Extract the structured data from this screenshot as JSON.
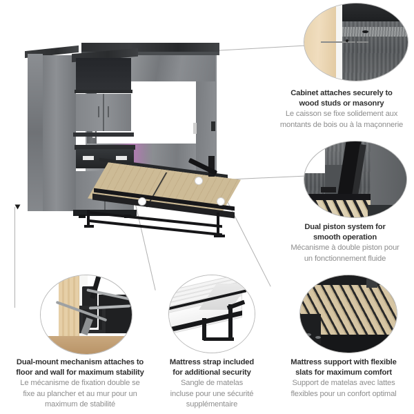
{
  "page": {
    "title": "Murphy bed feature infographic",
    "background_color": "#ffffff",
    "heading_color": "#2f2f2f",
    "subtext_color": "#8d8d8d",
    "line_color": "#b0b0b0"
  },
  "product": {
    "name": "Queen Murphy wall bed with storage cabinet",
    "finish": "bark gray",
    "parts": {
      "tower": "tall storage tower",
      "hutch": "open hutch shelf",
      "upper_doors": "upper cabinet doors",
      "basket": "storage basket drawer",
      "lower_doors": "lower cabinet doors",
      "bed_surround": "wall bed surround",
      "bed_deck": "slatted bed platform",
      "piston": "dual piston arm",
      "legs": "folding metal leg frame"
    }
  },
  "callouts": [
    {
      "id": "cabinet-wall-anchor",
      "image_alt": "Screw anchoring cabinet side panel into wall stud",
      "en": [
        "Cabinet attaches securely to",
        "wood studs or masonry"
      ],
      "fr": [
        "Le caisson se fixe solidement aux",
        "montants de bois ou à la maçonnerie"
      ]
    },
    {
      "id": "dual-piston",
      "image_alt": "Black dual piston mechanism inside bed frame",
      "en": [
        "Dual piston system for",
        "smooth operation"
      ],
      "fr": [
        "Mécanisme à double piston pour",
        "un fonctionnement fluide"
      ]
    },
    {
      "id": "dual-mount",
      "image_alt": "Two long screws fastening bracket to floor and wall",
      "en": [
        "Dual-mount mechanism attaches to",
        "floor and wall for maximum stability"
      ],
      "fr": [
        "Le mécanisme de fixation double se",
        "fixe au plancher et au mur pour un",
        "maximum de stabilité"
      ]
    },
    {
      "id": "mattress-strap",
      "image_alt": "White mattress held by black strap on bed frame",
      "en": [
        "Mattress strap included",
        "for additional security"
      ],
      "fr": [
        "Sangle de matelas",
        "incluse pour une sécurité",
        "supplémentaire"
      ]
    },
    {
      "id": "flexible-slats",
      "image_alt": "Close-up of light wood flexible bed slats",
      "en": [
        "Mattress support with flexible",
        "slats for maximum comfort"
      ],
      "fr": [
        "Support de matelas avec lattes",
        "flexibles pour un confort optimal"
      ]
    }
  ]
}
